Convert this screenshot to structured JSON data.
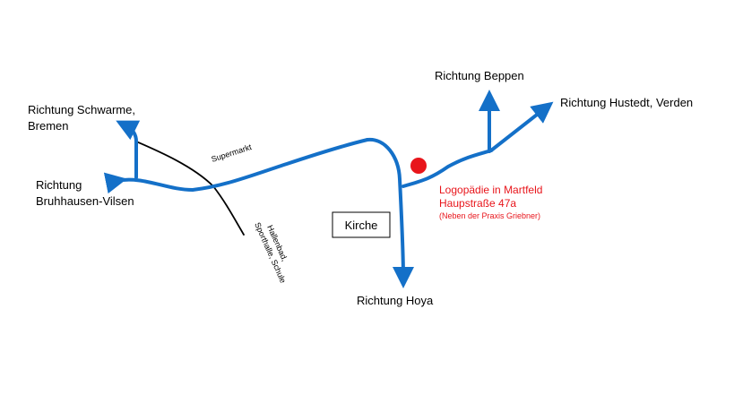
{
  "colors": {
    "road": "#1470c8",
    "side_road": "#000000",
    "marker": "#e8151b",
    "address_text": "#e8151b",
    "background": "#ffffff"
  },
  "labels": {
    "schwarme_line1": "Richtung Schwarme,",
    "schwarme_line2": "Bremen",
    "bruhhausen_line1": "Richtung",
    "bruhhausen_line2": "Bruhhausen-Vilsen",
    "beppen": "Richtung Beppen",
    "hustedt": "Richtung Hustedt, Verden",
    "hoya": "Richtung Hoya",
    "supermarkt": "Supermarkt",
    "hallenbad_line1": "Hallenbad,",
    "hallenbad_line2": "Sporthalle, Schule",
    "kirche": "Kirche"
  },
  "destination": {
    "name": "Logopädie in Martfeld",
    "street": "Haupstraße 47a",
    "note": "(Neben der Praxis Griebner)"
  }
}
